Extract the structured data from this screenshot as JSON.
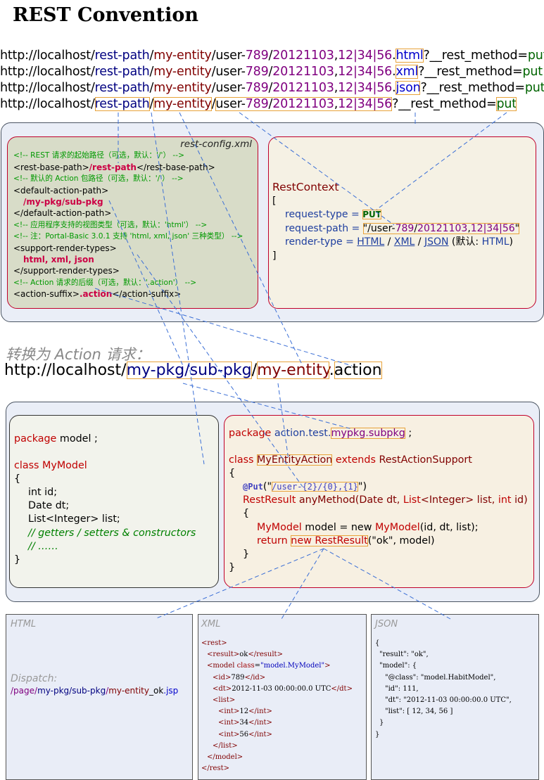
{
  "title": "REST Convention",
  "urls": [
    {
      "host": "http://localhost/",
      "rp": "rest-path",
      "s1": "/",
      "ent": "my-entity",
      "s2": "/",
      "res1": "user-",
      "res2": "789",
      "res3": "/",
      "res4": "20121103",
      "res5": ",",
      "res6": "12|34|56",
      "dot": ".",
      "ext": "html",
      "q": "?__rest_method=",
      "m": "put"
    },
    {
      "host": "http://localhost/",
      "rp": "rest-path",
      "s1": "/",
      "ent": "my-entity",
      "s2": "/",
      "res1": "user-",
      "res2": "789",
      "res3": "/",
      "res4": "20121103",
      "res5": ",",
      "res6": "12|34|56",
      "dot": ".",
      "ext": "xml",
      "q": "?__rest_method=",
      "m": "put"
    },
    {
      "host": "http://localhost/",
      "rp": "rest-path",
      "s1": "/",
      "ent": "my-entity",
      "s2": "/",
      "res1": "user-",
      "res2": "789",
      "res3": "/",
      "res4": "20121103",
      "res5": ",",
      "res6": "12|34|56",
      "dot": ".",
      "ext": "json",
      "q": "?__rest_method=",
      "m": "put"
    },
    {
      "host": "http://localhost/",
      "rp": "rest-path",
      "s1": "/",
      "ent": "my-entity",
      "s2": "/",
      "res1": "user-",
      "res2": "789",
      "res3": "/",
      "res4": "20121103",
      "res5": ",",
      "res6": "12|34|56",
      "dot": "",
      "ext": "",
      "q": "?__rest_method=",
      "m": "put"
    }
  ],
  "config": {
    "title": "rest-config.xml",
    "c1": "<!-- REST 请求的起始路径（可选，默认：'/'） -->",
    "l1a": "<rest-base-path>",
    "l1b": "/rest-path",
    "l1c": "</rest-base-path>",
    "c2": "<!-- 默认的 Action 包路径（可选，默认：'/'） -->",
    "l2a": "<default-action-path>",
    "l2b": "/my-pkg/sub-pkg",
    "l2c": "</default-action-path>",
    "c3": "<!-- 应用程序支持的视图类型（可选，默认：'html'） -->",
    "c4": "<!-- 注：Portal-Basic 3.0.1 支持 'html, xml, json' 三种类型） -->",
    "l3a": "<support-render-types>",
    "l3b": "html, xml, json",
    "l3c": "</support-render-types>",
    "c5": "<!-- Action 请求的后缀（可选，默认：'.action'） -->",
    "l4a": "<action-suffix>",
    "l4b": ".action",
    "l4c": "</action-suffix>"
  },
  "context": {
    "name": "RestContext",
    "open": "[",
    "close": "]",
    "r1k": "request-type = ",
    "r1v": "PUT",
    "r2k": "request-path = ",
    "r2v1": "\"/user-",
    "r2v2": "789",
    "r2v3": "/",
    "r2v4": "20121103",
    "r2v5": ",",
    "r2v6": "12|34|56",
    "r2v7": "\"",
    "r3k": "render-type   = ",
    "r3a": "HTML",
    "r3s1": " / ",
    "r3b": "XML",
    "r3s2": " / ",
    "r3c": "JSON",
    "r3d": " (默认: ",
    "r3e": "HTML",
    "r3f": ")"
  },
  "convert": {
    "heading": "转换为 Action 请求：",
    "host": "http://localhost",
    "s0": "/",
    "pkg": "my-pkg/sub-pkg",
    "s1": "/",
    "ent": "my-entity",
    "dot": ".",
    "action": "action"
  },
  "model_code": {
    "kw_package": "package",
    "pkg": " model ;",
    "kw_class": "class",
    "name": " MyModel",
    "open": "{",
    "f1": "int id;",
    "f2": "Date dt;",
    "f3": "List<Integer> list;",
    "c1": "// getters / setters & constructors",
    "c2": "// ……",
    "close": "}"
  },
  "action_code": {
    "kw_package": "package",
    "pkg1": " action.test.",
    "pkg2": "mypkg.subpkg",
    "pkg3": " ;",
    "kw_class": "class",
    "cls": "MyEntityAction",
    "kw_extends": " extends ",
    "base": "RestActionSupport",
    "open": "{",
    "anno": "@Put",
    "anno_a": "(\"",
    "anno_path": "/user-{2}/{0},{1}",
    "anno_b": "\")",
    "m1": "RestResult",
    "m2": " anyMethod",
    "m3": "(Date dt, ",
    "m4": "List",
    "m5": "<Integer> list, ",
    "m6": "int",
    "m7": " id)",
    "open2": "{",
    "s1a": "MyModel",
    "s1b": " model = new ",
    "s1c": "MyModel",
    "s1d": "(id, dt, list);",
    "s2a": "return",
    "s2b": "new RestResult",
    "s2c": "(\"ok\", model)",
    "close2": "}",
    "close": "}"
  },
  "html_box": {
    "head": "HTML",
    "dispatch": "Dispatch:",
    "p1": "/page/",
    "p2": "my-pkg/sub-pkg",
    "p3": "/",
    "p4": "my-entity",
    "p5": "_ok",
    "p6": ".jsp"
  },
  "xml_box": {
    "head": "XML",
    "l1": "<rest>",
    "l2a": "<result>",
    "l2b": "ok",
    "l2c": "</result>",
    "l3a": "<model ",
    "l3b": "class",
    "l3c": "=",
    "l3d": "\"model.MyModel\"",
    "l3e": ">",
    "l4a": "<id>",
    "l4b": "789",
    "l4c": "</id>",
    "l5a": "<dt>",
    "l5b": "2012-11-03 00:00:00.0 UTC",
    "l5c": "</dt>",
    "l6": "<list>",
    "l7a": "<int>",
    "l7b": "12",
    "l7c": "</int>",
    "l8a": "<int>",
    "l8b": "34",
    "l8c": "</int>",
    "l9a": "<int>",
    "l9b": "56",
    "l9c": "</int>",
    "l10": "</list>",
    "l11": "</model>",
    "l12": "</rest>"
  },
  "json_box": {
    "head": "JSON",
    "l1": "{",
    "l2": "\"result\": \"ok\",",
    "l3": "\"model\": {",
    "l4": "\"@class\": \"model.HabitModel\",",
    "l5": "\"id\": 111,",
    "l6": "\"dt\": \"2012-11-03 00:00:00.0 UTC\",",
    "l7": "\"list\": [ 12, 34, 56 ]",
    "l8": "}",
    "l9": "}"
  }
}
